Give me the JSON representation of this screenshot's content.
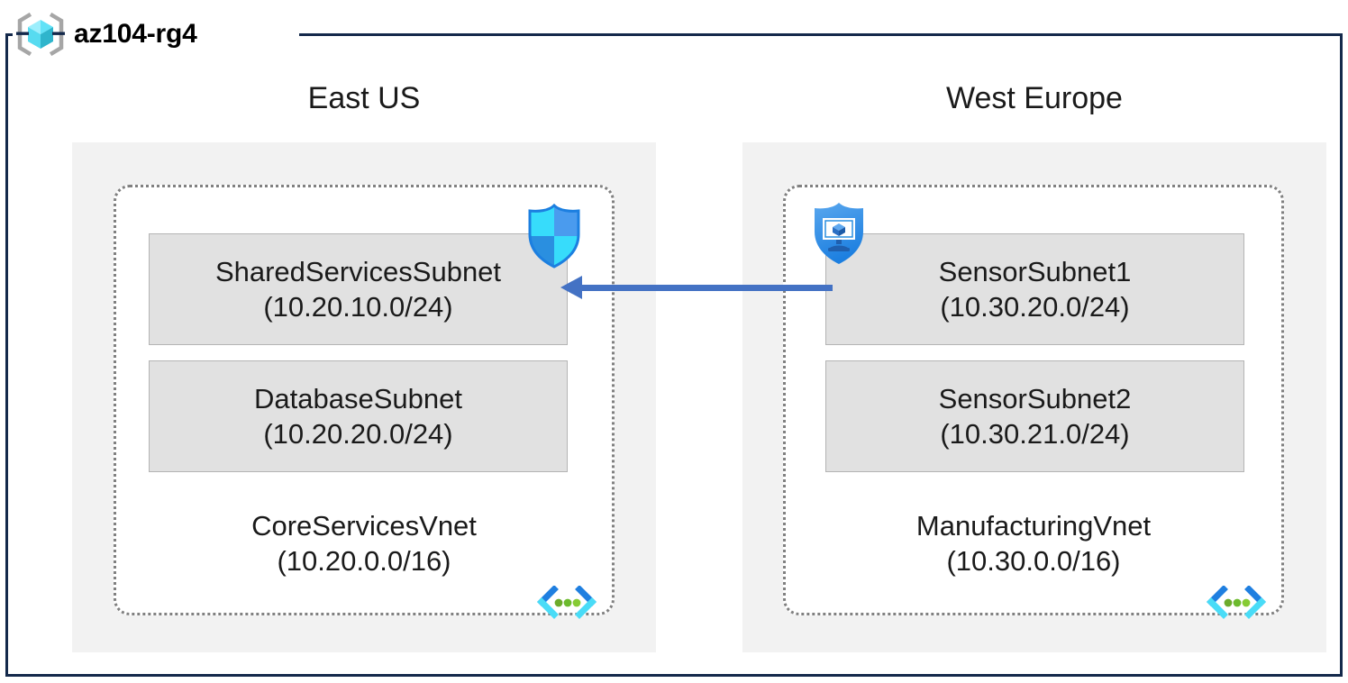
{
  "resource_group": {
    "name": "az104-rg4",
    "icon": "resource-group-cube-icon",
    "border_color": "#14294B"
  },
  "regions": [
    {
      "id": "eastus",
      "label": "East US",
      "background": "#F2F2F2",
      "vnet": {
        "name": "CoreServicesVnet",
        "address_space": "(10.20.0.0/16)",
        "icon": "virtual-network-icon",
        "subnets": [
          {
            "name": "SharedServicesSubnet",
            "address_space": "(10.20.10.0/24)",
            "icon": "network-security-group-shield-icon"
          },
          {
            "name": "DatabaseSubnet",
            "address_space": "(10.20.20.0/24)",
            "icon": null
          }
        ]
      }
    },
    {
      "id": "westeurope",
      "label": "West Europe",
      "background": "#F2F2F2",
      "vnet": {
        "name": "ManufacturingVnet",
        "address_space": "(10.30.0.0/16)",
        "icon": "virtual-network-icon",
        "subnets": [
          {
            "name": "SensorSubnet1",
            "address_space": "(10.30.20.0/24)",
            "icon": "bastion-shield-monitor-icon"
          },
          {
            "name": "SensorSubnet2",
            "address_space": "(10.30.21.0/24)",
            "icon": null
          }
        ]
      }
    }
  ],
  "connection": {
    "name": "vnet-peering-arrow",
    "direction": "right-to-left",
    "color": "#4472C4",
    "from": "SensorSubnet1",
    "to": "SharedServicesSubnet"
  },
  "colors": {
    "subnet_fill": "#E1E1E1",
    "subnet_border": "#B4B4B4",
    "region_fill": "#F2F2F2",
    "vnet_border": "#808080",
    "arrow": "#4472C4",
    "frame": "#14294B"
  }
}
